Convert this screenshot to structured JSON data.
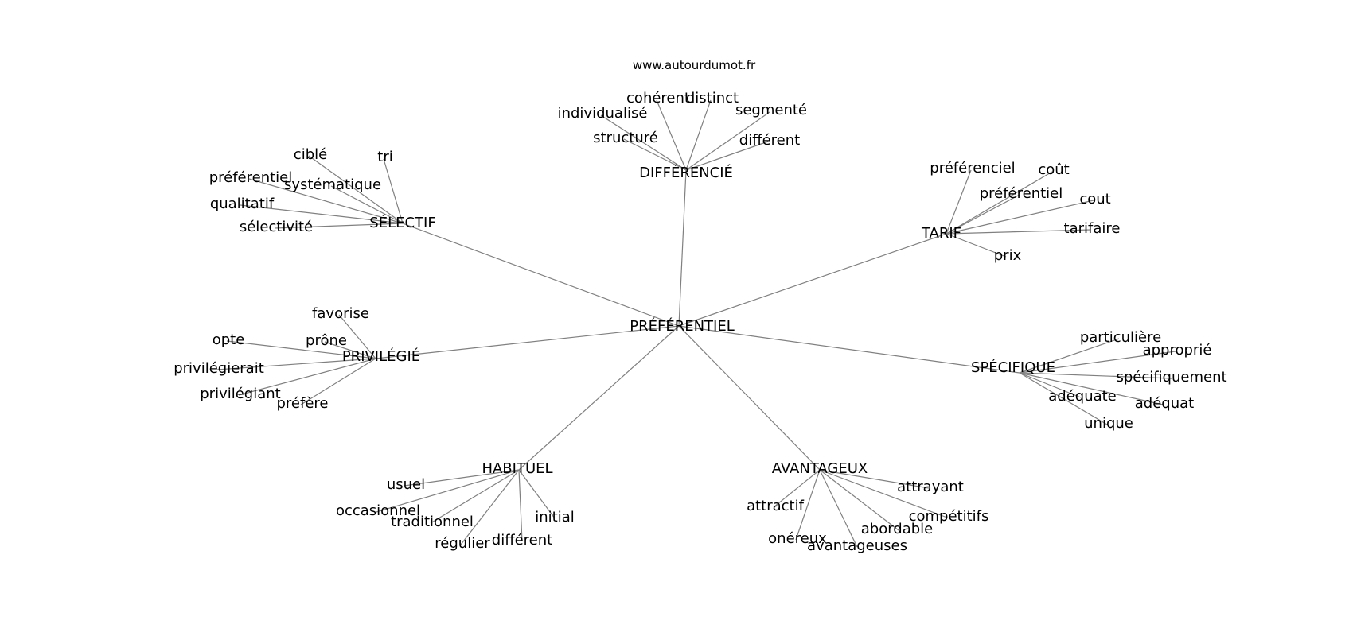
{
  "source": "www.autourdumot.fr",
  "center": "PRÉFÉRENTIEL",
  "clusters": [
    {
      "id": "differencie",
      "label": "DIFFÉRENCIÉ",
      "leaves": [
        "cohérent",
        "distinct",
        "individualisé",
        "segmenté",
        "structuré",
        "différent"
      ]
    },
    {
      "id": "selectif",
      "label": "SÉLECTIF",
      "leaves": [
        "ciblé",
        "tri",
        "préférentiel",
        "systématique",
        "qualitatif",
        "sélectivité"
      ]
    },
    {
      "id": "tarif",
      "label": "TARIF",
      "leaves": [
        "préférenciel",
        "coût",
        "préférentiel",
        "cout",
        "tarifaire",
        "prix"
      ]
    },
    {
      "id": "privilegie",
      "label": "PRIVILÉGIÉ",
      "leaves": [
        "favorise",
        "opte",
        "prône",
        "privilégierait",
        "privilégiant",
        "préfère"
      ]
    },
    {
      "id": "specifique",
      "label": "SPÉCIFIQUE",
      "leaves": [
        "particulière",
        "approprié",
        "spécifiquement",
        "adéquate",
        "adéquat",
        "unique"
      ]
    },
    {
      "id": "habituel",
      "label": "HABITUEL",
      "leaves": [
        "usuel",
        "occasionnel",
        "traditionnel",
        "initial",
        "régulier",
        "différent"
      ]
    },
    {
      "id": "avantageux",
      "label": "AVANTAGEUX",
      "leaves": [
        "attrayant",
        "attractif",
        "compétitifs",
        "abordable",
        "onéreux",
        "avantageuses"
      ]
    }
  ]
}
